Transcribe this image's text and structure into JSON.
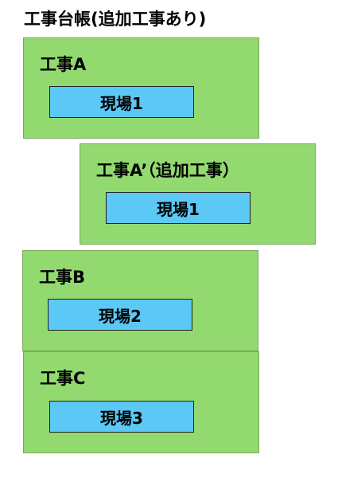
{
  "title": "工事台帳(追加工事あり)",
  "colors": {
    "project_fill": "#92d96f",
    "site_fill": "#5bc8f5"
  },
  "projects": [
    {
      "label": "工事A",
      "site": "現場1"
    },
    {
      "label": "工事A’（追加工事）",
      "site": "現場1"
    },
    {
      "label": "工事B",
      "site": "現場2"
    },
    {
      "label": "工事C",
      "site": "現場3"
    }
  ]
}
